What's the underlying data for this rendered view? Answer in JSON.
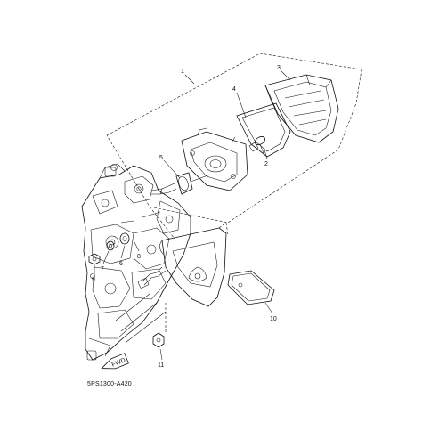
{
  "diagram": {
    "callouts": {
      "c1": "1",
      "c2": "2",
      "c3": "3",
      "c4": "4",
      "c5": "5",
      "c6": "6",
      "c7": "7",
      "c8": "8",
      "c9": "9",
      "c10": "10",
      "c11": "11"
    },
    "drawing_code": "5PS1300-A420",
    "front_badge": "FWD"
  },
  "colors": {
    "line": "#111111",
    "background": "#ffffff"
  }
}
